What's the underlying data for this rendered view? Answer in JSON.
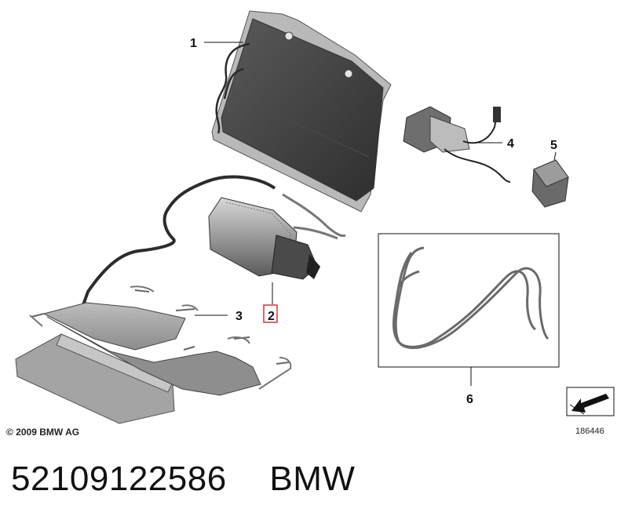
{
  "callouts": {
    "c1": "1",
    "c2": "2",
    "c3": "3",
    "c4": "4",
    "c5": "5",
    "c6": "6"
  },
  "copyright": "© 2009 BMW AG",
  "diagram_ref": "186446",
  "part_number": "52109122586",
  "brand": "BMW",
  "colors": {
    "highlight_box": "#d8343a",
    "part_dark": "#3c3c3c",
    "part_mid": "#8a8a8a",
    "part_light": "#c8c8c8"
  }
}
